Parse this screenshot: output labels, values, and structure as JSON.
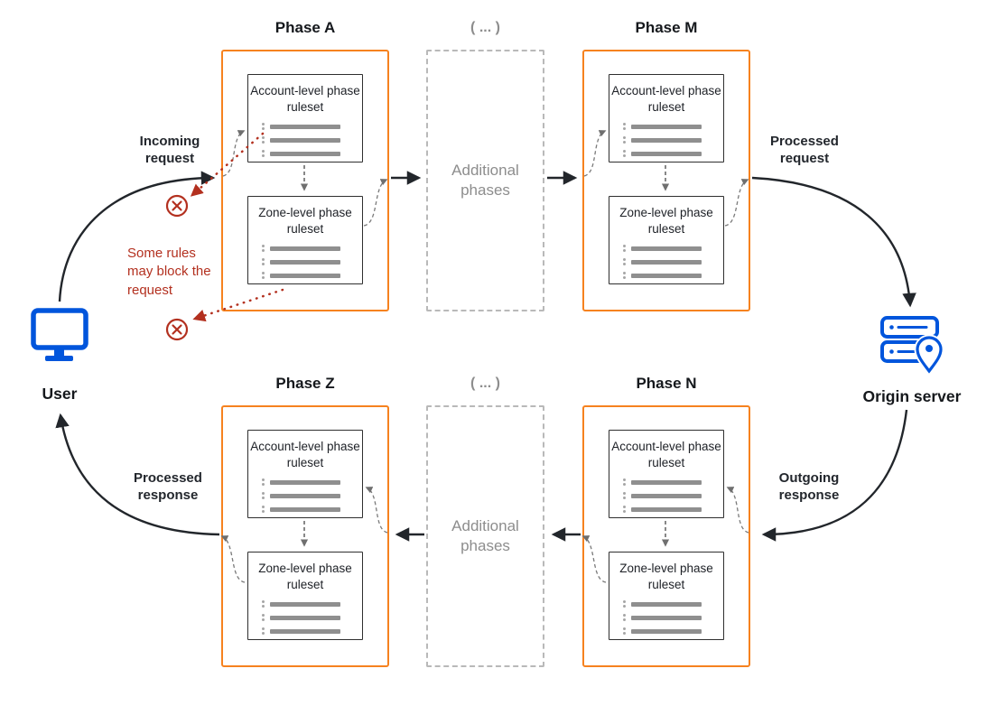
{
  "diagram": {
    "description": "Request and response flow through ruleset phases"
  },
  "colors": {
    "phase_border": "#f6821f",
    "endpoint_icon": "#0055dc",
    "blocked_red": "#b3301f",
    "muted_gray": "#8d8d8d",
    "arrow_dark": "#22262b"
  },
  "endpoints": {
    "user_label": "User",
    "origin_label": "Origin server"
  },
  "phases": [
    {
      "title": "Phase A",
      "account_label": "Account-level phase ruleset",
      "zone_label": "Zone-level phase ruleset"
    },
    {
      "title": "Phase M",
      "account_label": "Account-level phase ruleset",
      "zone_label": "Zone-level phase ruleset"
    },
    {
      "title": "Phase Z",
      "account_label": "Account-level phase ruleset",
      "zone_label": "Zone-level phase ruleset"
    },
    {
      "title": "Phase N",
      "account_label": "Account-level phase ruleset",
      "zone_label": "Zone-level phase ruleset"
    }
  ],
  "additional": {
    "header": "( ... )",
    "label": "Additional phases"
  },
  "flow_labels": {
    "incoming": "Incoming request",
    "processed_request": "Processed request",
    "outgoing": "Outgoing response",
    "processed_response": "Processed response"
  },
  "block_note": "Some rules may block the request"
}
